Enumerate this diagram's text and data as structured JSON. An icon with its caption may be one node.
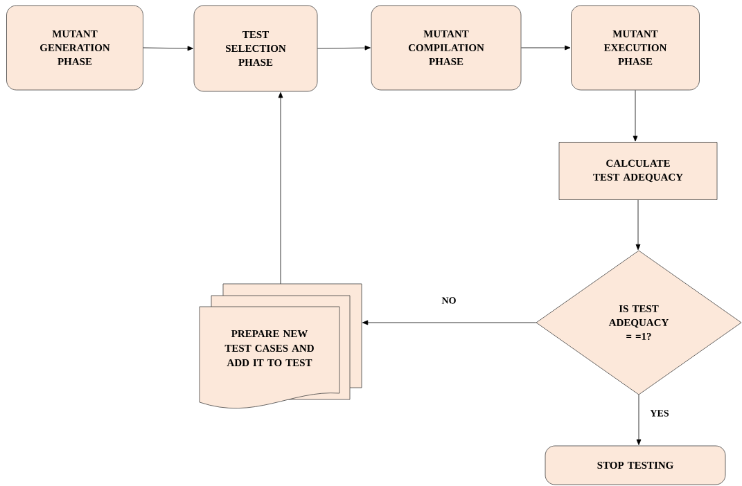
{
  "diagram": {
    "nodes": [
      {
        "text": [
          "MUTANT GENERATION PHASE"
        ]
      },
      {
        "text": [
          "TEST SELECTION PHASE"
        ]
      },
      {
        "text": [
          "MUTANT COMPILATION PHASE"
        ]
      },
      {
        "text": [
          "MUTANT EXECUTION PHASE"
        ]
      },
      {
        "text": [
          "CALCULATE TEST ADEQUACY"
        ]
      },
      {
        "text": [
          "IS TEST ADEQUACY = =1?"
        ]
      },
      {
        "text": [
          "PREPARE NEW TEST CASES AND ADD IT TO TEST"
        ]
      },
      {
        "text": [
          "STOP TESTING"
        ]
      }
    ],
    "edges": [
      {
        "from": 0,
        "to": 1,
        "arrow": "to"
      },
      {
        "from": 1,
        "to": 2,
        "arrow": "to"
      },
      {
        "from": 2,
        "to": 3,
        "arrow": "to"
      },
      {
        "from": 3,
        "to": 4,
        "arrow": "to"
      },
      {
        "from": 4,
        "to": 5,
        "arrow": "to"
      },
      {
        "from": 5,
        "to": 6,
        "arrow": "to",
        "label": "NO"
      },
      {
        "from": 5,
        "to": 7,
        "arrow": "to",
        "label": "YES"
      },
      {
        "from": 6,
        "to": 1,
        "arrow": "to"
      }
    ]
  }
}
